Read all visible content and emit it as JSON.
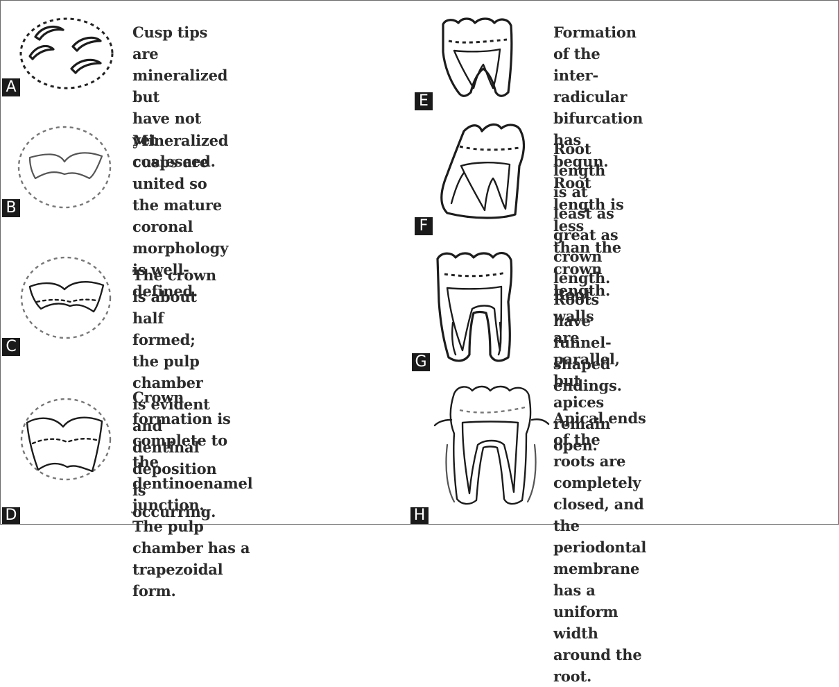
{
  "stages": [
    {
      "letter": "A",
      "description": "Cusp tips are mineralized but\nhave not yet coalesced."
    },
    {
      "letter": "B",
      "description": "Mineralized cusps are united so\nthe mature coronal morphology\nis well-defined."
    },
    {
      "letter": "C",
      "description": "The crown is about half formed;\nthe pulp chamber is evident and\ndentinal deposition is occurring."
    },
    {
      "letter": "D",
      "description": "Crown formation is\ncomplete to the\ndentinoenamel junction.\nThe pulp chamber has a\ntrapezoidal form."
    },
    {
      "letter": "E",
      "description": "Formation of the inter-\nradicular bifurcation has\nbegun. Root length is less\nthan the crown length."
    },
    {
      "letter": "F",
      "description": "Root length is at least as great as\ncrown length. Roots have\nfunnel-shaped endings."
    },
    {
      "letter": "G",
      "description": "Root walls are parallel, but\napices remain open."
    },
    {
      "letter": "H",
      "description": "Apical ends of the roots are\ncompletely closed, and the\nperiodontal membrane has a\nuniform width around the root."
    }
  ]
}
